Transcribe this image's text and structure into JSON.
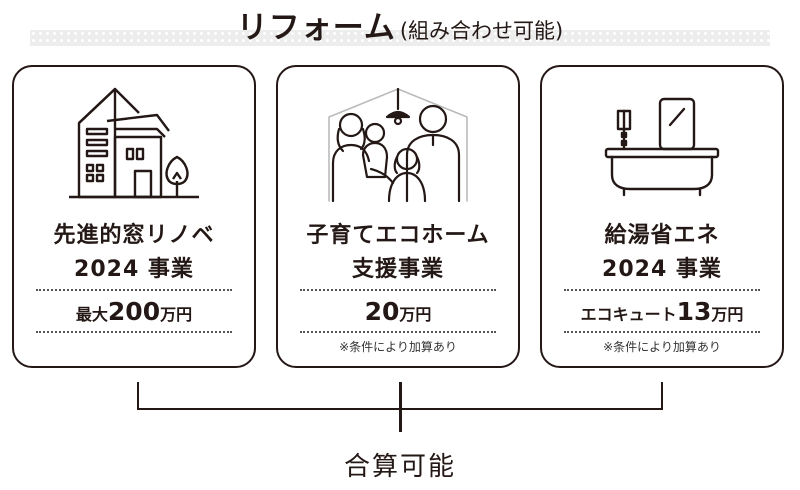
{
  "header": {
    "title": "リフォーム",
    "subtitle": "(組み合わせ可能)"
  },
  "cards": [
    {
      "name_line1": "先進的窓リノベ",
      "name_line2": "2024 事業",
      "amount_prefix": "最大",
      "amount_number": "200",
      "amount_unit": "万円",
      "note": "",
      "illustration": "house-icon"
    },
    {
      "name_line1": "子育てエコホーム",
      "name_line2": "支援事業",
      "amount_prefix": "",
      "amount_number": "20",
      "amount_unit": "万円",
      "note": "※条件により加算あり",
      "illustration": "family-icon"
    },
    {
      "name_line1": "給湯省エネ",
      "name_line2": "2024 事業",
      "amount_prefix": "エコキュート",
      "amount_number": "13",
      "amount_unit": "万円",
      "note": "※条件により加算あり",
      "illustration": "bathtub-icon"
    }
  ],
  "footer": {
    "combine_label": "合算可能"
  },
  "colors": {
    "ink": "#231815",
    "title_band": "#ededed"
  }
}
